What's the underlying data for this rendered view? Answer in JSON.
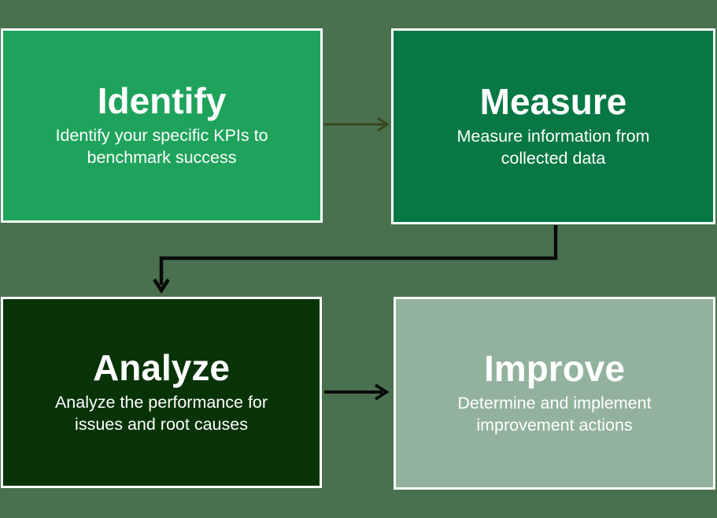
{
  "canvas": {
    "background_color": "#49714F"
  },
  "diagram": {
    "boxes": [
      {
        "id": "identify",
        "title": "Identify",
        "subtitle": "Identify your specific KPIs to benchmark success",
        "fill_color": "#1FA35C",
        "border_color": "#FDFDFD",
        "text_color": "#FFFFFF"
      },
      {
        "id": "measure",
        "title": "Measure",
        "subtitle": "Measure information from collected data",
        "fill_color": "#077843",
        "border_color": "#FDFDFD",
        "text_color": "#FFFFFF"
      },
      {
        "id": "analyze",
        "title": "Analyze",
        "subtitle": "Analyze the performance for issues and root causes",
        "fill_color": "#083307",
        "border_color": "#FDFDFD",
        "text_color": "#FFFFFF"
      },
      {
        "id": "improve",
        "title": "Improve",
        "subtitle": "Determine and implement improvement actions",
        "fill_color": "#93B29D",
        "border_color": "#FDFDFD",
        "text_color": "#FFFFFF"
      }
    ],
    "connectors": [
      {
        "id": "identify-to-measure",
        "type": "straight-arrow",
        "color": "#39471F"
      },
      {
        "id": "measure-to-analyze",
        "type": "elbow-arrow",
        "color": "#0A0A0A"
      },
      {
        "id": "analyze-to-improve",
        "type": "straight-arrow",
        "color": "#0A0A0A"
      }
    ]
  }
}
